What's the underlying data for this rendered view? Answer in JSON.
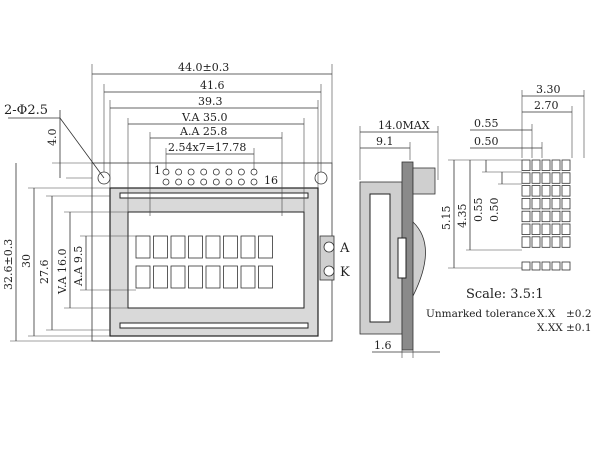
{
  "front_view": {
    "dim_overall_width": "44.0±0.3",
    "dim_pcb_hole_span": "41.6",
    "dim_bezel_width": "39.3",
    "dim_view_area_w": "V.A 35.0",
    "dim_active_area_w": "A.A 25.8",
    "dim_pin_pitch": "2.54x7=17.78",
    "hole_callout": "2-Φ2.5",
    "dim_hole_offset": "4.0",
    "dim_overall_height": "32.6±0.3",
    "dim_height_30": "30",
    "dim_height_27_6": "27.6",
    "dim_view_area_h": "V.A 16.0",
    "dim_active_area_h": "A.A 9.5",
    "pin_first": "1",
    "pin_last": "16",
    "led_anode": "A",
    "led_cathode": "K",
    "pin_count": 16,
    "char_rows": 2,
    "char_cols": 8
  },
  "side_view": {
    "dim_max_thickness": "14.0MAX",
    "dim_thickness_9_1": "9.1",
    "dim_pcb_thickness": "1.6"
  },
  "detail_view": {
    "dim_char_width": "3.30",
    "dim_char_width_inner": "2.70",
    "dim_dot_width": "0.55",
    "dim_dot_gap": "0.50",
    "dim_char_height": "5.15",
    "dim_char_height_inner": "4.35",
    "dim_dot_height": "0.55",
    "dim_dot_gap_v": "0.50",
    "dot_cols": 5,
    "dot_rows": 7
  },
  "notes": {
    "scale": "Scale: 3.5:1",
    "tolerance_label": "Unmarked tolerance",
    "tol_xx_code": "X.X",
    "tol_xx_value": "±0.2",
    "tol_xxx_code": "X.XX",
    "tol_xxx_value": "±0.1"
  },
  "colors": {
    "frame": "#d9d9d9",
    "line": "#333333"
  }
}
